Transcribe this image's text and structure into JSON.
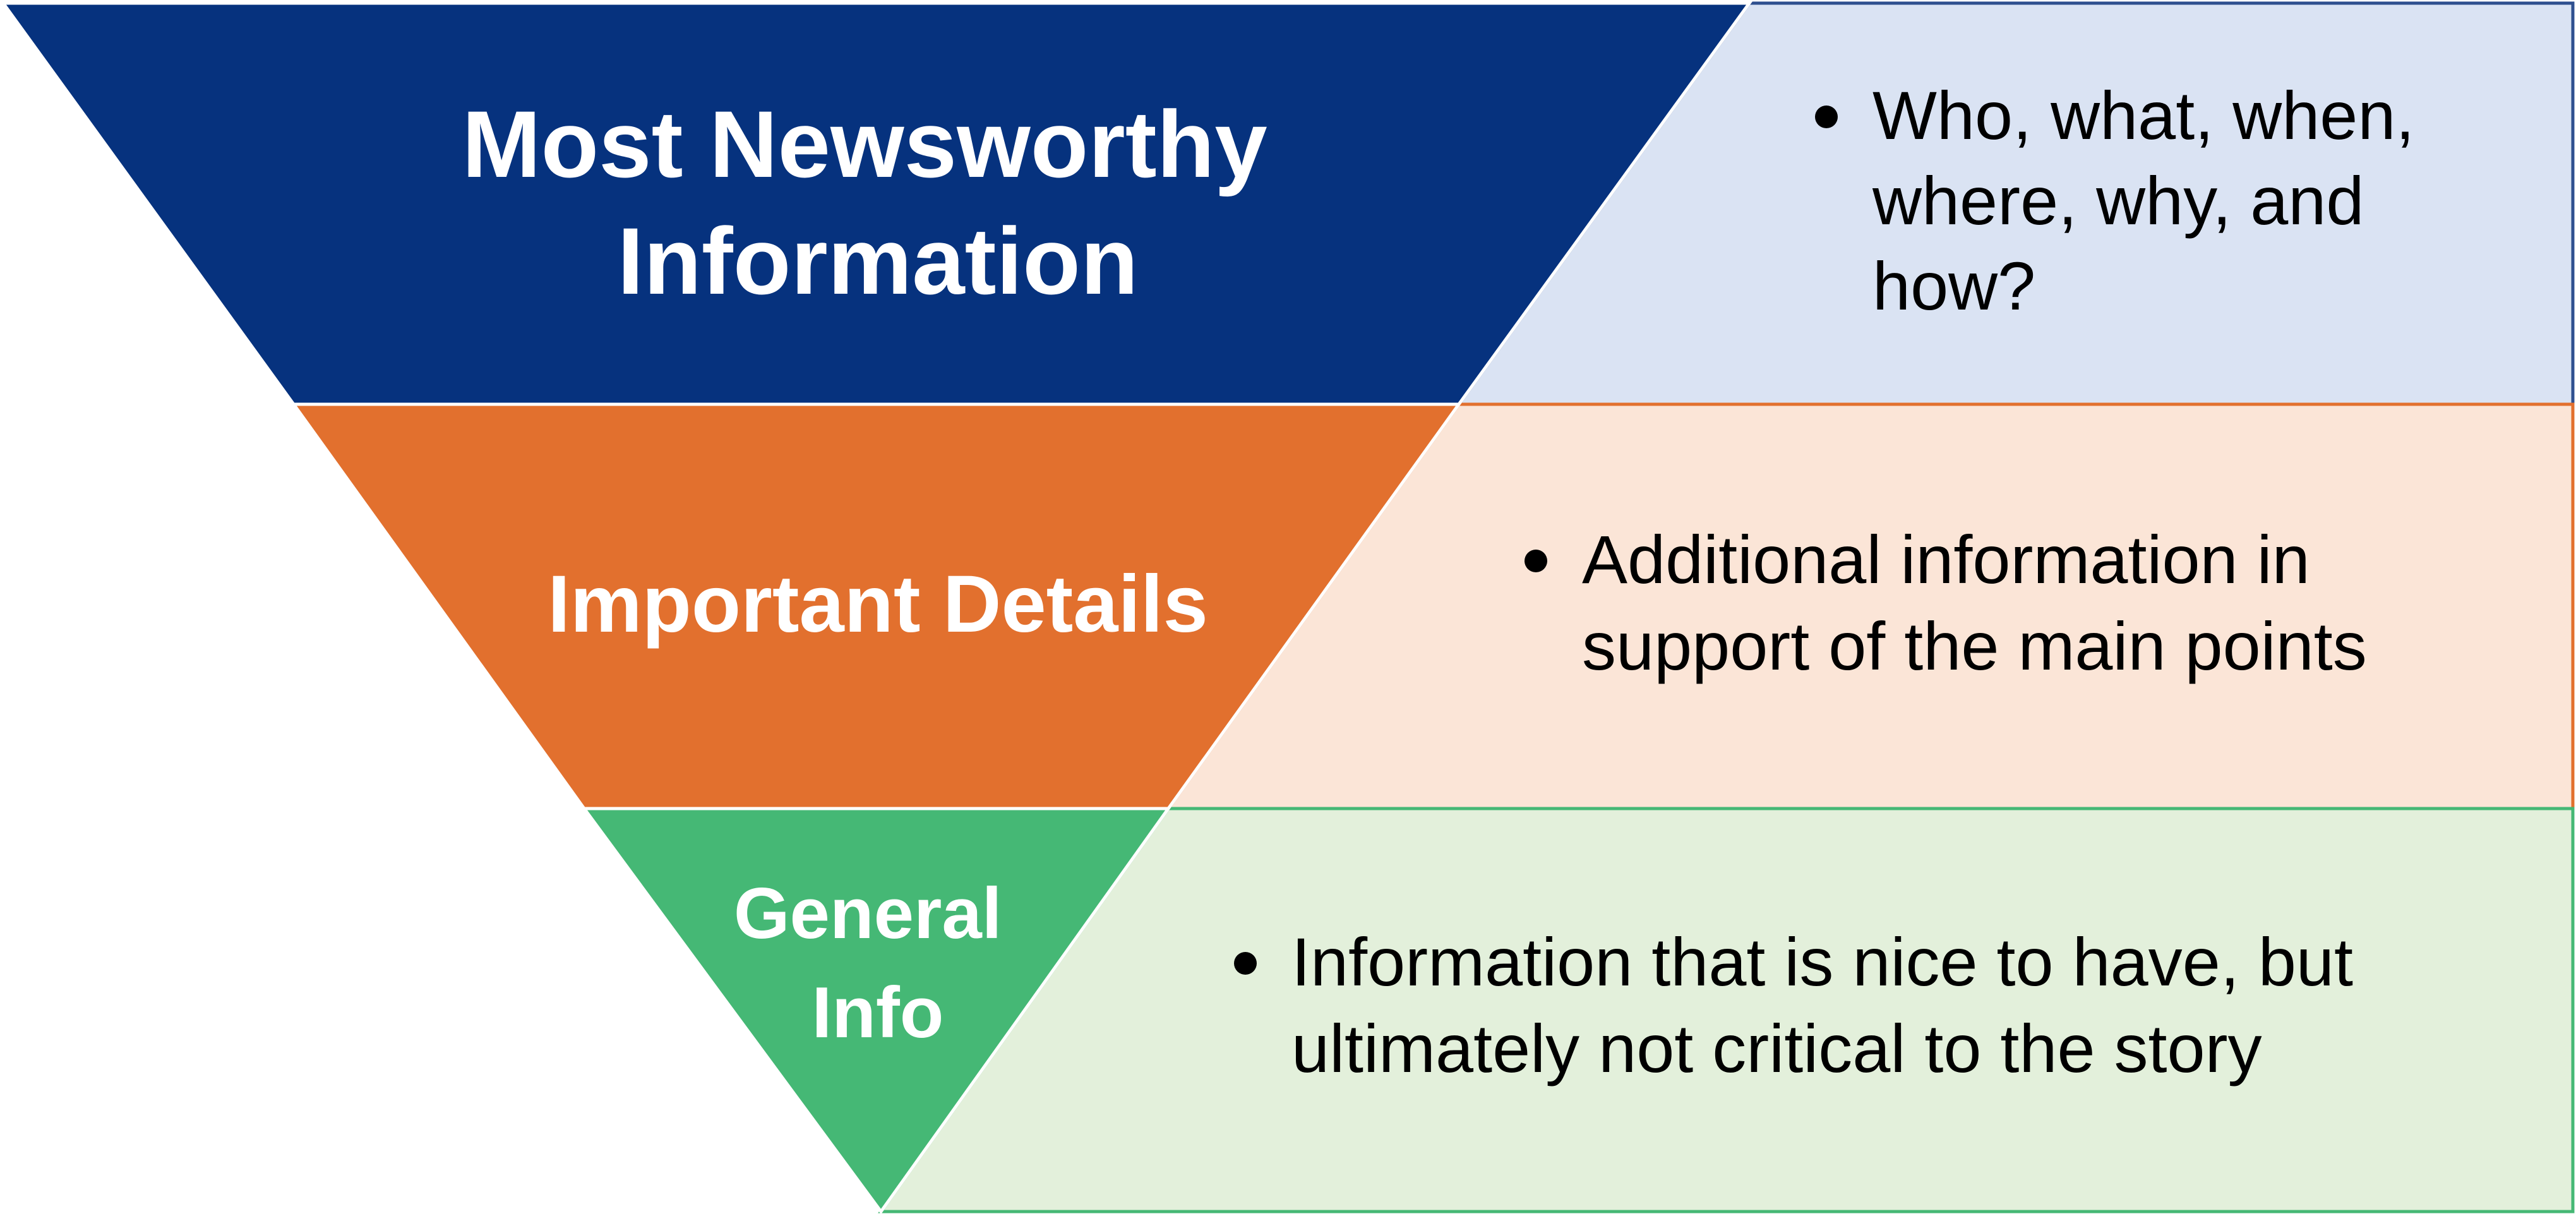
{
  "colors": {
    "tier1_fill": "#06327E",
    "tier1_box_fill": "#DAE3F3",
    "tier1_box_border": "#2E4F8F",
    "tier2_fill": "#E2702E",
    "tier2_box_fill": "#FBE5D7",
    "tier2_box_border": "#E2702E",
    "tier3_fill": "#45B875",
    "tier3_box_fill": "#E3F0DB",
    "tier3_box_border": "#45B875"
  },
  "tiers": [
    {
      "label_lines": [
        "Most Newsworthy",
        "Information"
      ],
      "description_lines": [
        "Who, what, when,",
        "where, why, and",
        "how?"
      ]
    },
    {
      "label_lines": [
        "Important Details"
      ],
      "description_lines": [
        "Additional information in",
        "support of the main points"
      ]
    },
    {
      "label_lines": [
        "General",
        "Info"
      ],
      "description_lines": [
        "Information that is nice to have, but",
        "ultimately not critical to the story"
      ]
    }
  ]
}
